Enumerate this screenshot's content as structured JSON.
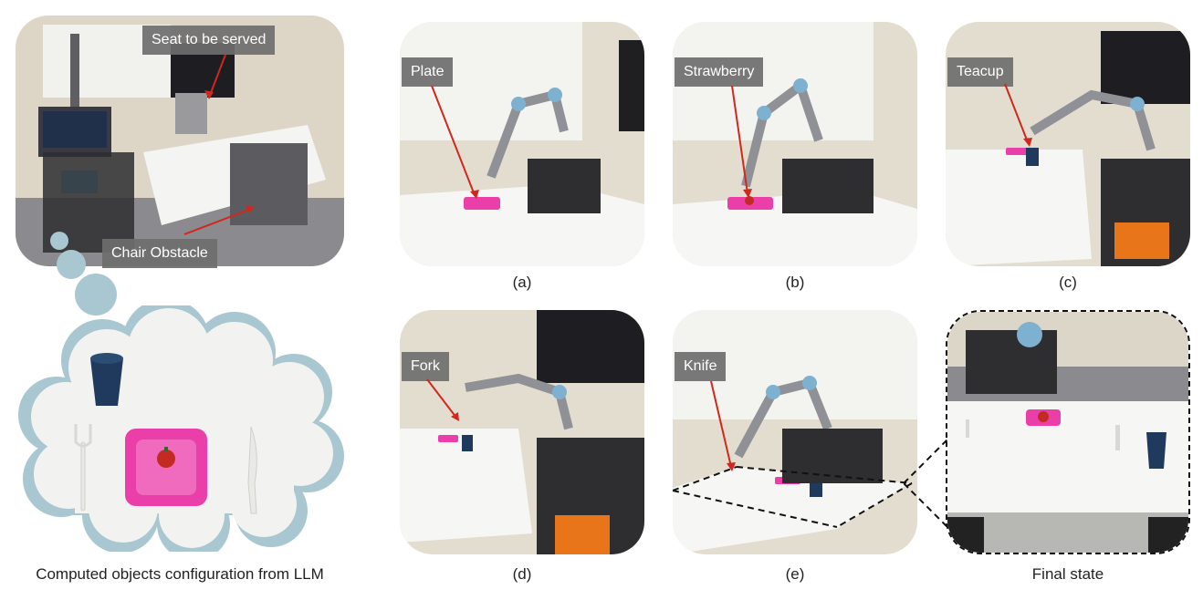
{
  "main_scene": {
    "labels": {
      "seat": "Seat to be served",
      "chair": "Chair Obstacle"
    }
  },
  "llm_config": {
    "caption": "Computed objects configuration from LLM"
  },
  "panels": [
    {
      "label": "Plate",
      "caption": "(a)"
    },
    {
      "label": "Strawberry",
      "caption": "(b)"
    },
    {
      "label": "Teacup",
      "caption": "(c)"
    },
    {
      "label": "Fork",
      "caption": "(d)"
    },
    {
      "label": "Knife",
      "caption": "(e)"
    }
  ],
  "final": {
    "caption": "Final state"
  },
  "colors": {
    "arrow": "#d0281e",
    "plate": "#ea3fa9",
    "cup": "#1f3a5c",
    "cloud_shadow": "#a9c7d0"
  }
}
